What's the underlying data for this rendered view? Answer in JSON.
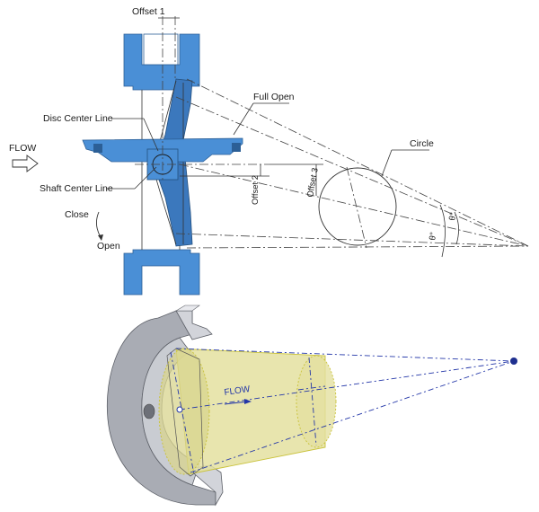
{
  "top_diagram": {
    "labels": {
      "offset1": "Offset 1",
      "full_open": "Full Open",
      "disc_center_line": "Disc Center Line",
      "flow": "FLOW",
      "shaft_center_line": "Shaft Center Line",
      "close": "Close",
      "open": "Open",
      "circle": "Circle",
      "offset2": "Offset 2",
      "offset3": "Offset 3",
      "theta_a": "θ°",
      "theta_b": "θ°"
    }
  },
  "bottom_diagram": {
    "labels": {
      "flow": "FLOW"
    }
  },
  "colors": {
    "valve_body": "#4a8fd6",
    "cone": "#e4e0a0",
    "cone_outline": "#c9c23a",
    "axis_lines": "#2336a8",
    "apex_point": "#1e2f8f"
  }
}
